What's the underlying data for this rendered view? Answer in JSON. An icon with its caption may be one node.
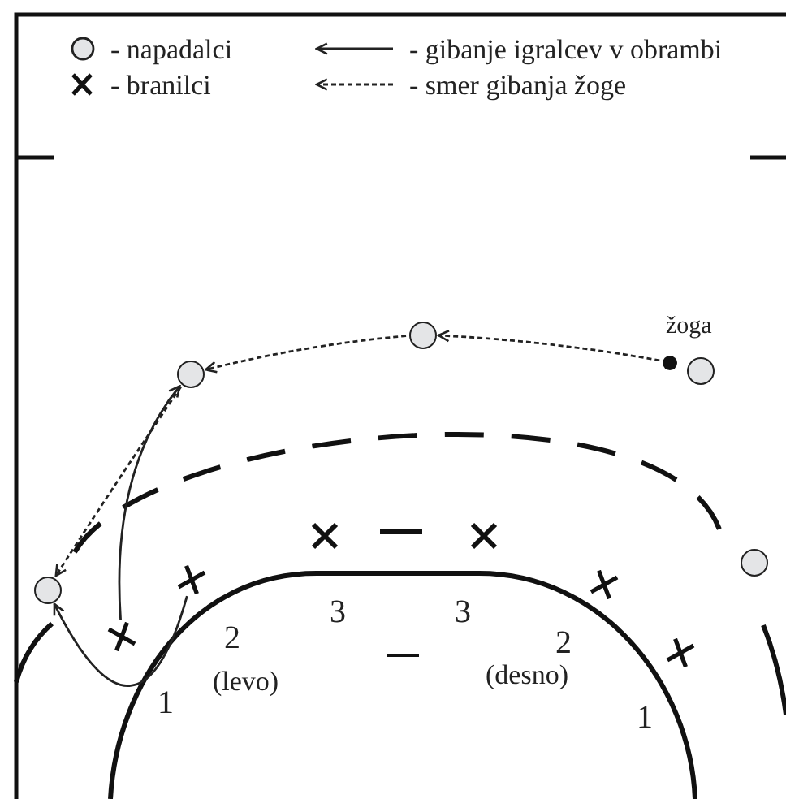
{
  "diagram": {
    "nodes": [
      {
        "text": [],
        "shape": "circle"
      },
      {
        "text": [],
        "shape": "circle"
      },
      {
        "text": [],
        "shape": "circle"
      },
      {
        "text": [],
        "shape": "circle"
      },
      {
        "text": [],
        "shape": "circle"
      },
      {
        "text": [],
        "shape": "dot",
        "beside": [
          "žoga"
        ]
      },
      {
        "text": [],
        "shape": "cross"
      },
      {
        "text": [],
        "shape": "cross"
      },
      {
        "text": [],
        "shape": "cross"
      },
      {
        "text": [],
        "shape": "cross"
      },
      {
        "text": [],
        "shape": "cross"
      },
      {
        "text": [],
        "shape": "cross"
      }
    ],
    "edges": [
      {
        "from": 5,
        "to": 0,
        "arrow": "to",
        "style": "dashed"
      },
      {
        "from": 0,
        "to": 2,
        "arrow": "to",
        "style": "dashed"
      },
      {
        "from": 2,
        "to": 4,
        "arrow": "to",
        "style": "dashed"
      },
      {
        "from": 10,
        "to": 2,
        "arrow": "to"
      },
      {
        "from": 8,
        "to": 4,
        "arrow": "to"
      }
    ],
    "labels": [
      "3",
      "3",
      "2",
      "2",
      "(levo)",
      "(desno)",
      "1",
      "1"
    ],
    "legend": [
      {
        "text": "- napadalci"
      },
      {
        "text": "- gibanje igralcev v obrambi"
      },
      {
        "text": "- branilci"
      },
      {
        "text": "- smer gibanja žoge"
      }
    ]
  }
}
